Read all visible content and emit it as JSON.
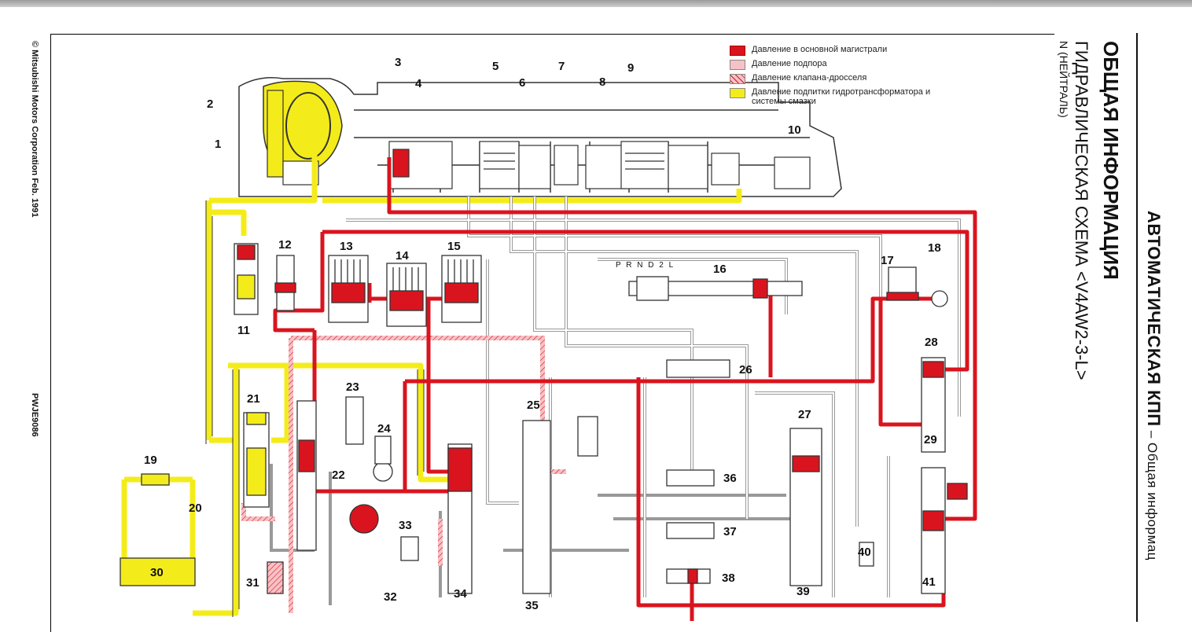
{
  "header": {
    "copyright": "© Mitsubishi Motors Corporation   Feb.   1991",
    "doc_id": "PWJE9086"
  },
  "sidebar": {
    "section_bold": "АВТОМАТИЧЕСКАЯ КПП",
    "section_rest": " – Общая информац"
  },
  "titles": {
    "main": "ОБЩАЯ ИНФОРМАЦИЯ",
    "sub": "ГИДРАВЛИЧЕСКАЯ СХЕМА <V4AW2-3-L>",
    "mode": "N (НЕЙТРАЛЬ)"
  },
  "legend": [
    {
      "label": "Давление в основной магистрали",
      "color": "#d9141e"
    },
    {
      "label": "Давление подпора",
      "color": "#f6c2c6"
    },
    {
      "label": "Давление клапана-дросселя",
      "color": "hatched-red"
    },
    {
      "label": "Давление подпитки гидротрансформатора и системы смазки",
      "color": "#f4ec1a"
    }
  ],
  "diagram": {
    "selector_positions": "P R N D 2 L",
    "callouts": [
      "1",
      "2",
      "3",
      "4",
      "5",
      "6",
      "7",
      "8",
      "9",
      "10",
      "11",
      "12",
      "13",
      "14",
      "15",
      "16",
      "17",
      "18",
      "19",
      "20",
      "21",
      "22",
      "23",
      "24",
      "25",
      "26",
      "27",
      "28",
      "29",
      "30",
      "31",
      "32",
      "33",
      "34",
      "35",
      "36",
      "37",
      "38",
      "39",
      "40",
      "41"
    ]
  },
  "colors": {
    "line_pressure": "#d9141e",
    "back_pressure": "#f6c2c6",
    "lubrication": "#f4ec1a",
    "outline": "#333333"
  }
}
